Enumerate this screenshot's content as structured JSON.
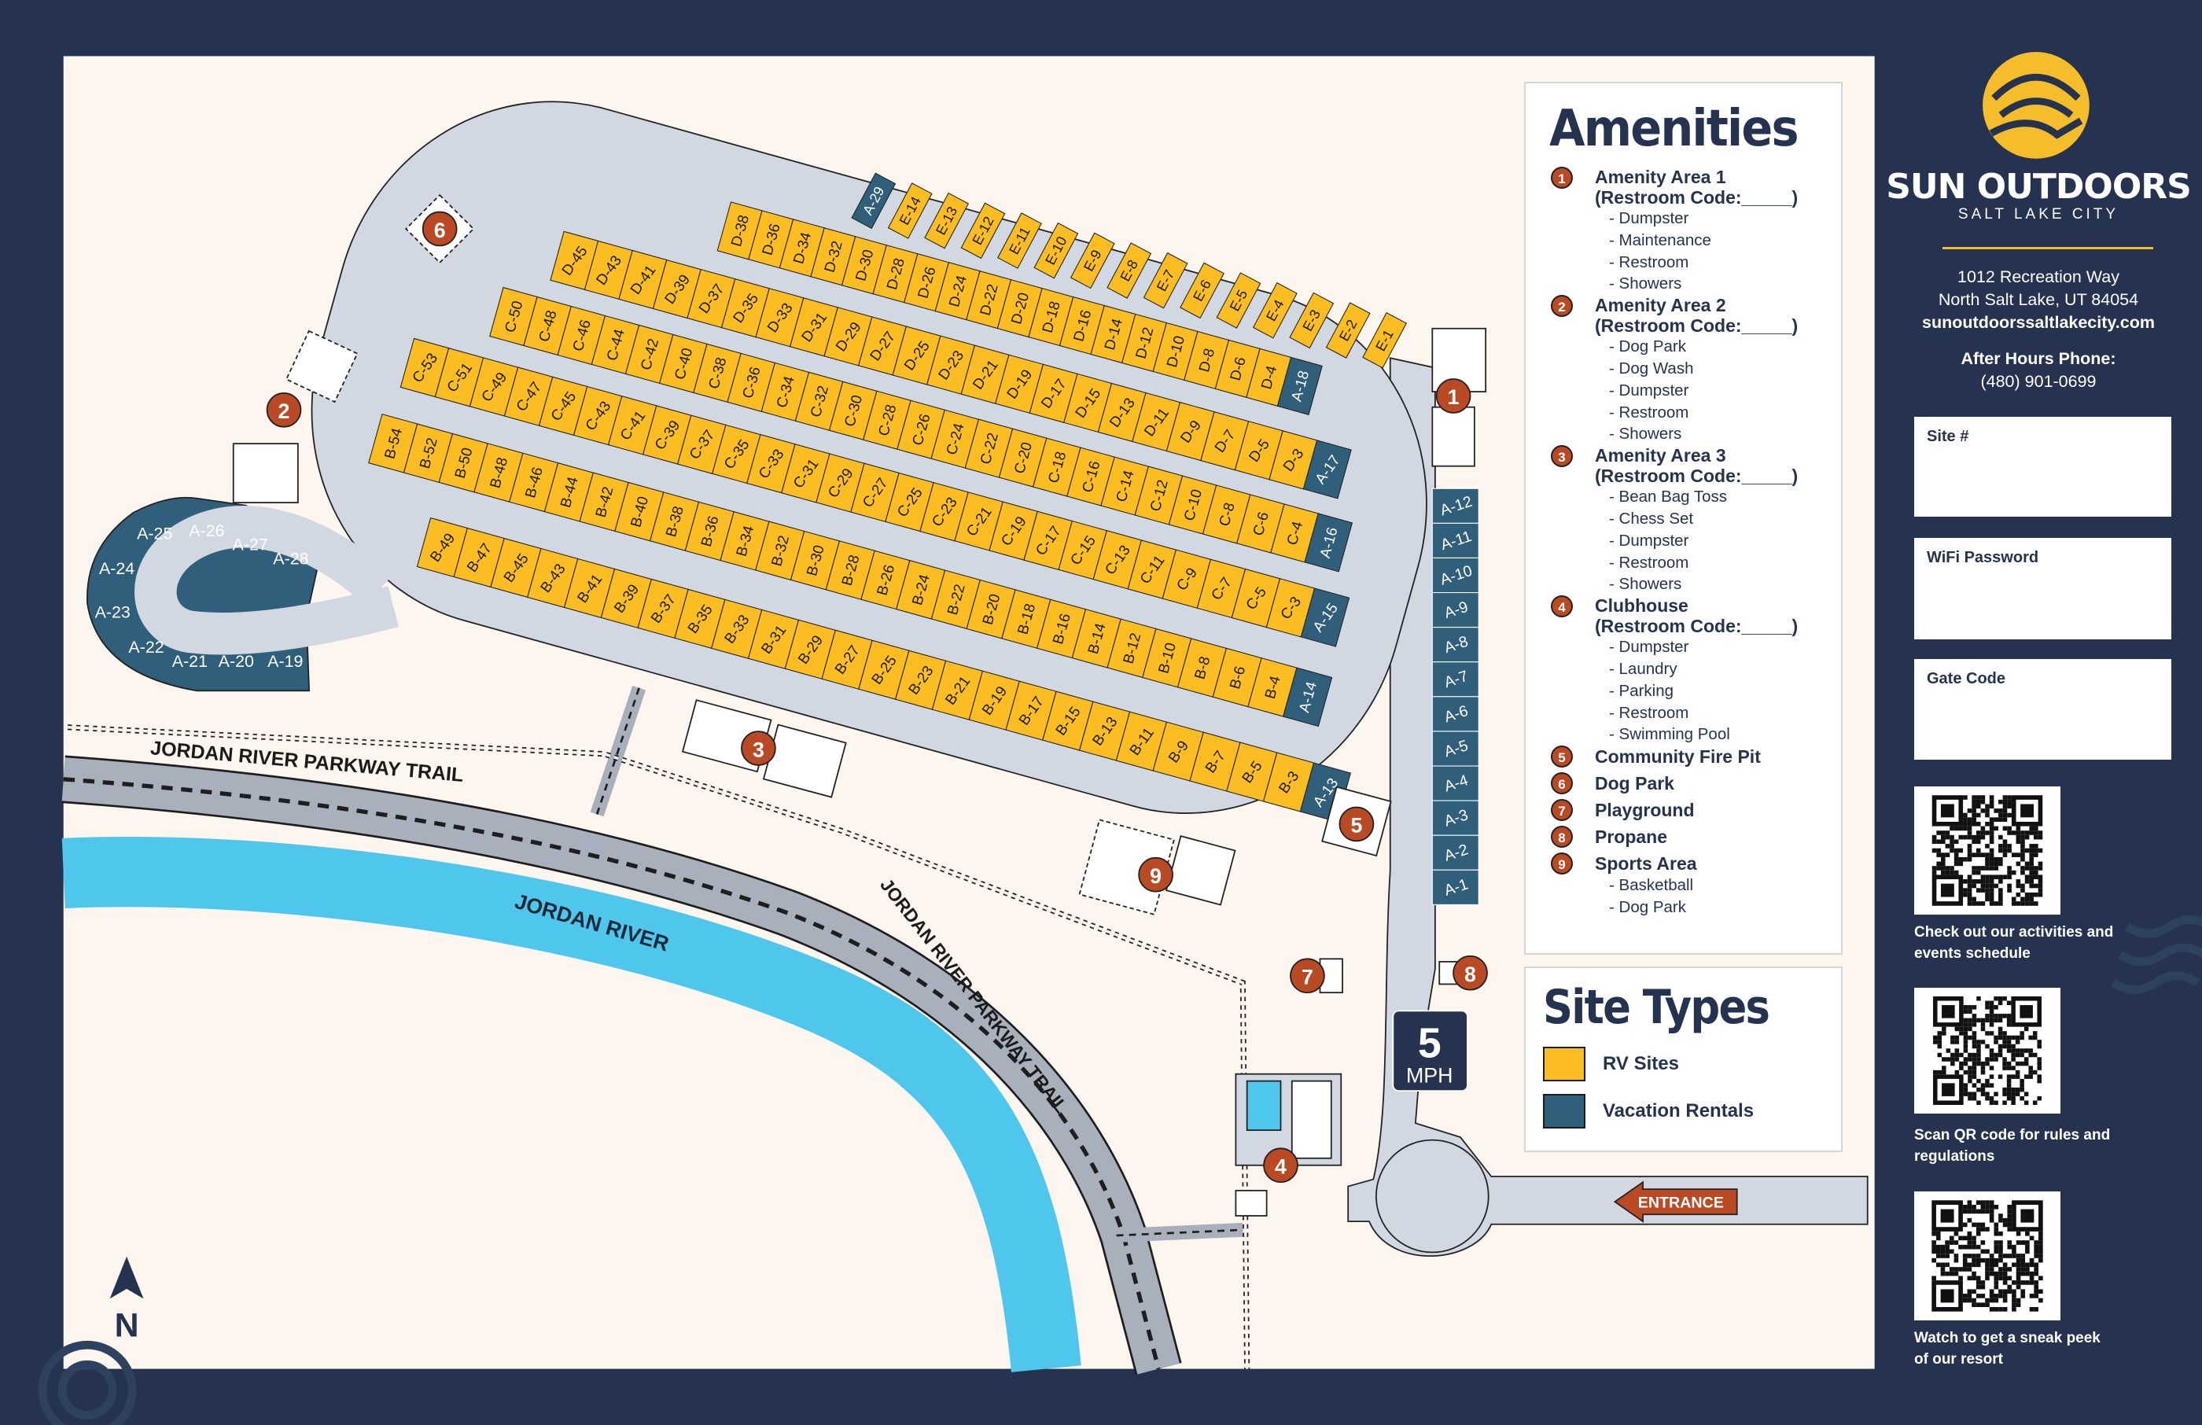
{
  "map": {
    "trail_label_1": "JORDAN RIVER PARKWAY TRAIL",
    "trail_label_2": "JORDAN RIVER PARKWAY TRAIL",
    "river_label": "JORDAN RIVER",
    "speed_number": "5",
    "speed_unit": "MPH",
    "entrance_label": "ENTRANCE",
    "north_label": "N",
    "markers": [
      "1",
      "2",
      "3",
      "4",
      "5",
      "6",
      "7",
      "8",
      "9"
    ]
  },
  "sites": {
    "d_even": {
      "sites": [
        "D-38",
        "D-36",
        "D-34",
        "D-32",
        "D-30",
        "D-28",
        "D-26",
        "D-24",
        "D-22",
        "D-20",
        "D-18",
        "D-16",
        "D-14",
        "D-12",
        "D-10",
        "D-8",
        "D-6",
        "D-4"
      ],
      "rental": "A-18"
    },
    "d_odd": {
      "sites": [
        "D-45",
        "D-43",
        "D-41",
        "D-39",
        "D-37",
        "D-35",
        "D-33",
        "D-31",
        "D-29",
        "D-27",
        "D-25",
        "D-23",
        "D-21",
        "D-19",
        "D-17",
        "D-15",
        "D-13",
        "D-11",
        "D-9",
        "D-7",
        "D-5",
        "D-3"
      ],
      "rental": "A-17"
    },
    "c_even": {
      "sites": [
        "C-50",
        "C-48",
        "C-46",
        "C-44",
        "C-42",
        "C-40",
        "C-38",
        "C-36",
        "C-34",
        "C-32",
        "C-30",
        "C-28",
        "C-26",
        "C-24",
        "C-22",
        "C-20",
        "C-18",
        "C-16",
        "C-14",
        "C-12",
        "C-10",
        "C-8",
        "C-6",
        "C-4"
      ],
      "rental": "A-16"
    },
    "c_odd": {
      "sites": [
        "C-53",
        "C-51",
        "C-49",
        "C-47",
        "C-45",
        "C-43",
        "C-41",
        "C-39",
        "C-37",
        "C-35",
        "C-33",
        "C-31",
        "C-29",
        "C-27",
        "C-25",
        "C-23",
        "C-21",
        "C-19",
        "C-17",
        "C-15",
        "C-13",
        "C-11",
        "C-9",
        "C-7",
        "C-5",
        "C-3"
      ],
      "rental": "A-15"
    },
    "b_even": {
      "sites": [
        "B-54",
        "B-52",
        "B-50",
        "B-48",
        "B-46",
        "B-44",
        "B-42",
        "B-40",
        "B-38",
        "B-36",
        "B-34",
        "B-32",
        "B-30",
        "B-28",
        "B-26",
        "B-24",
        "B-22",
        "B-20",
        "B-18",
        "B-16",
        "B-14",
        "B-12",
        "B-10",
        "B-8",
        "B-6",
        "B-4"
      ],
      "rental": "A-14"
    },
    "b_odd": {
      "sites": [
        "B-49",
        "B-47",
        "B-45",
        "B-43",
        "B-41",
        "B-39",
        "B-37",
        "B-35",
        "B-33",
        "B-31",
        "B-29",
        "B-27",
        "B-25",
        "B-23",
        "B-21",
        "B-19",
        "B-17",
        "B-15",
        "B-13",
        "B-11",
        "B-9",
        "B-7",
        "B-5",
        "B-3"
      ],
      "rental": "A-13"
    },
    "e_row": {
      "rental": "A-29",
      "sites": [
        "E-14",
        "E-13",
        "E-12",
        "E-11",
        "E-10",
        "E-9",
        "E-8",
        "E-7",
        "E-6",
        "E-5",
        "E-4",
        "E-3",
        "E-2",
        "E-1"
      ]
    },
    "a_column": [
      "A-12",
      "A-11",
      "A-10",
      "A-9",
      "A-8",
      "A-7",
      "A-6",
      "A-5",
      "A-4",
      "A-3",
      "A-2",
      "A-1"
    ],
    "a_loop": [
      "A-19",
      "A-20",
      "A-21",
      "A-22",
      "A-23",
      "A-24",
      "A-25",
      "A-26",
      "A-27",
      "A-28"
    ]
  },
  "amenities": {
    "title": "Amenities",
    "items": [
      {
        "num": "1",
        "title": "Amenity Area 1",
        "code": "(Restroom Code:_____)",
        "subs": [
          "- Dumpster",
          "- Maintenance",
          "- Restroom",
          "- Showers"
        ]
      },
      {
        "num": "2",
        "title": "Amenity Area 2",
        "code": "(Restroom Code:_____)",
        "subs": [
          "- Dog Park",
          "- Dog Wash",
          "- Dumpster",
          "- Restroom",
          "- Showers"
        ]
      },
      {
        "num": "3",
        "title": "Amenity Area 3",
        "code": "(Restroom Code:_____)",
        "subs": [
          "- Bean Bag Toss",
          "- Chess Set",
          "- Dumpster",
          "- Restroom",
          "- Showers"
        ]
      },
      {
        "num": "4",
        "title": "Clubhouse",
        "code": "(Restroom Code:_____)",
        "subs": [
          "- Dumpster",
          "- Laundry",
          "- Parking",
          "- Restroom",
          "- Swimming Pool"
        ]
      },
      {
        "num": "5",
        "title": "Community Fire Pit"
      },
      {
        "num": "6",
        "title": "Dog Park"
      },
      {
        "num": "7",
        "title": "Playground"
      },
      {
        "num": "8",
        "title": "Propane"
      },
      {
        "num": "9",
        "title": "Sports Area",
        "subs": [
          "- Basketball",
          "- Dog Park"
        ]
      }
    ]
  },
  "site_types": {
    "title": "Site Types",
    "rv": {
      "label": "RV Sites",
      "color": "#fbbd22"
    },
    "rental": {
      "label": "Vacation Rentals",
      "color": "#2f5f7b"
    }
  },
  "sidebar": {
    "brand": "SUN OUTDOORS",
    "city": "SALT LAKE CITY",
    "address_1": "1012 Recreation Way",
    "address_2": "North Salt Lake, UT 84054",
    "website": "sunoutdoorssaltlakecity.com",
    "phone_label": "After Hours Phone:",
    "phone": "(480) 901-0699",
    "site_label": "Site #",
    "wifi_label": "WiFi Password",
    "gate_label": "Gate Code",
    "qr_1": "Check out our activities and events schedule",
    "qr_2": "Scan QR code for rules and regulations",
    "qr_3": "Watch to get a sneak peek of our resort"
  },
  "colors": {
    "navy": "#253350",
    "yellow": "#fbbd22",
    "rental": "#2f5f7b",
    "marker": "#b94a23",
    "road": "#d2d8e1",
    "river": "#4fc6ec",
    "cream": "#fdf6ef"
  }
}
